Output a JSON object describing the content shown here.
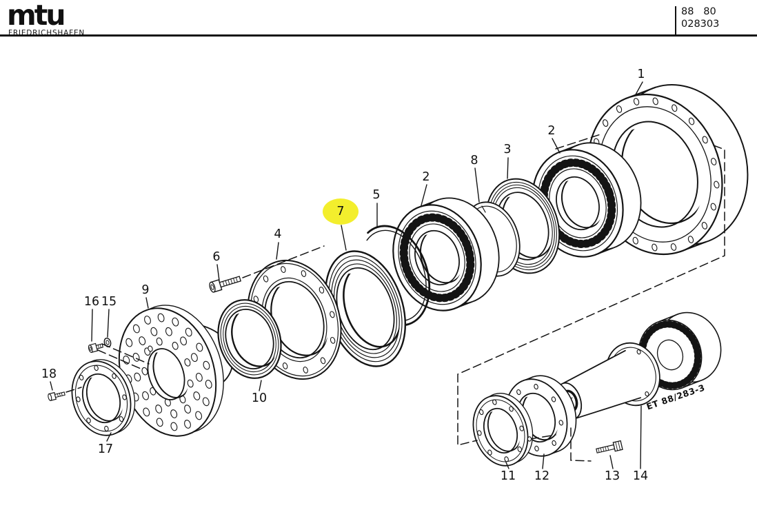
{
  "header": {
    "logo": "mtu",
    "logo_sub": "FRIEDRICHSHAFEN",
    "code_top": "88   80",
    "code_bottom": "028303"
  },
  "diagram": {
    "note": "ET 88/283-3",
    "highlight_color": "#f3ee2d",
    "highlighted_part": "7",
    "callouts": [
      {
        "label": "1"
      },
      {
        "label": "2"
      },
      {
        "label": "3"
      },
      {
        "label": "8"
      },
      {
        "label": "2"
      },
      {
        "label": "5"
      },
      {
        "label": "7"
      },
      {
        "label": "4"
      },
      {
        "label": "6"
      },
      {
        "label": "9"
      },
      {
        "label": "16"
      },
      {
        "label": "15"
      },
      {
        "label": "18"
      },
      {
        "label": "17"
      },
      {
        "label": "10"
      },
      {
        "label": "11"
      },
      {
        "label": "12"
      },
      {
        "label": "13"
      },
      {
        "label": "14"
      }
    ]
  }
}
